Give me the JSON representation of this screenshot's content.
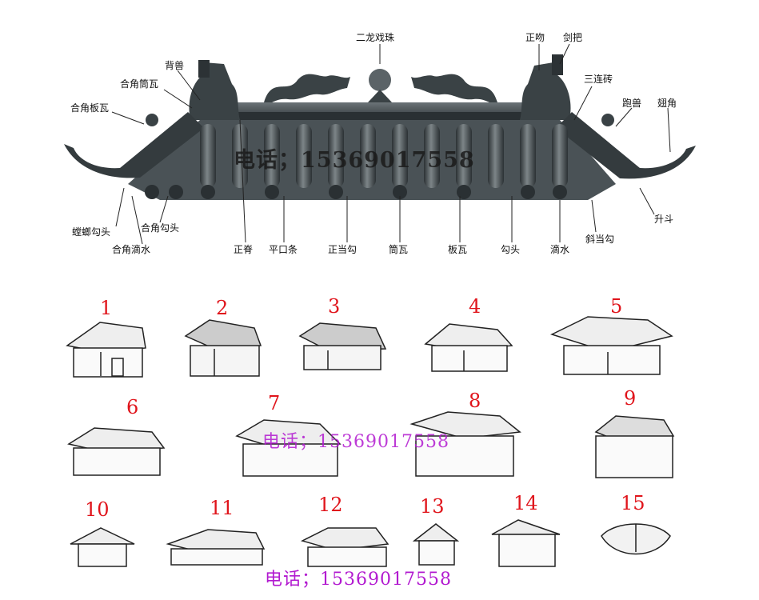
{
  "roof_labels": {
    "erlong_xizhu": "二龙戏珠",
    "zhengwen": "正吻",
    "jianba": "剑把",
    "beishou": "背兽",
    "hejiao_tongwa": "合角筒瓦",
    "sanlianzhuan": "三连砖",
    "paoshou": "跑兽",
    "chijiao": "翅角",
    "hejiao_banwa": "合角板瓦",
    "tanglang_goutou": "螳螂勾头",
    "hejiao_goutou": "合角勾头",
    "hejiao_dishui": "合角滴水",
    "zhengji": "正脊",
    "pingkoutiao": "平口条",
    "zhengdanggou": "正当勾",
    "tongwa": "筒瓦",
    "banwa": "板瓦",
    "goutou": "勾头",
    "dishui": "滴水",
    "xiedanggou": "斜当勾",
    "shengdou": "升斗"
  },
  "watermarks": {
    "phone_1": "电话；15369017558",
    "phone_2": "电话；15369017558",
    "phone_3": "电话；15369017558"
  },
  "building_numbers": [
    "1",
    "2",
    "3",
    "4",
    "5",
    "6",
    "7",
    "8",
    "9",
    "10",
    "11",
    "12",
    "13",
    "14",
    "15"
  ],
  "colors": {
    "number_red": "#e0141b",
    "watermark_purple": "#b21ad0",
    "roof_tile": "#3d4448"
  }
}
